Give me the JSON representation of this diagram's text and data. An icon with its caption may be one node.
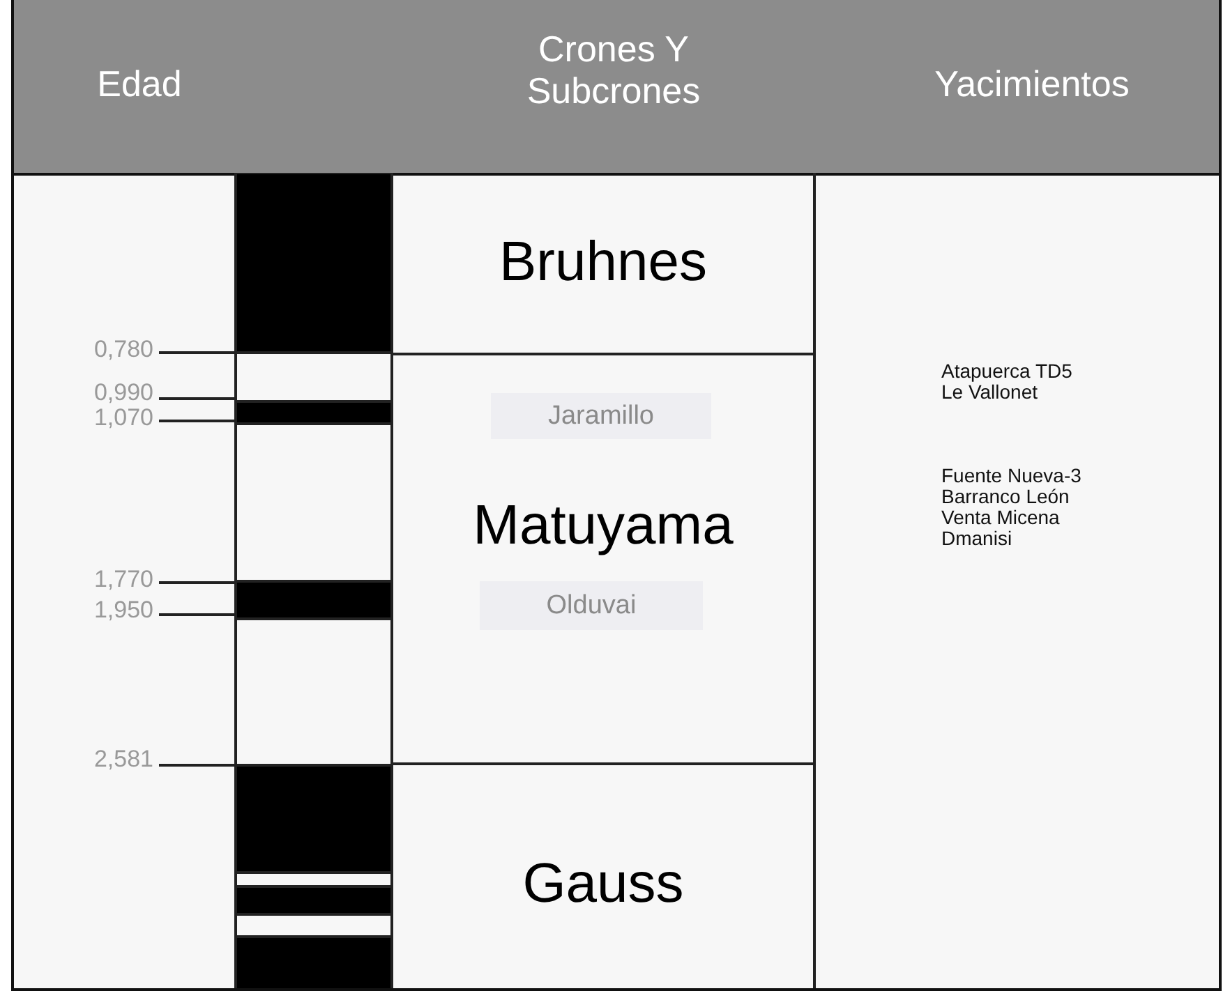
{
  "diagram": {
    "nodes": [
      {
        "text": [
          "Bruhnes"
        ]
      },
      {
        "text": [
          "Matuyama"
        ]
      },
      {
        "text": [
          "Jaramillo"
        ],
        "in": 1
      },
      {
        "text": [
          "Olduvai"
        ],
        "in": 1
      },
      {
        "text": [
          "Gauss"
        ]
      }
    ],
    "edges": [],
    "labels": [
      "Edad",
      "Crones Y Subcrones",
      "Yacimientos",
      "0,780",
      "0,990",
      "1,070",
      "1,770",
      "1,950",
      "2,581",
      "Atapuerca TD5",
      "Le Vallonet",
      "Fuente Nueva-3",
      "Barranco León",
      "Venta Micena",
      "Dmanisi"
    ]
  }
}
